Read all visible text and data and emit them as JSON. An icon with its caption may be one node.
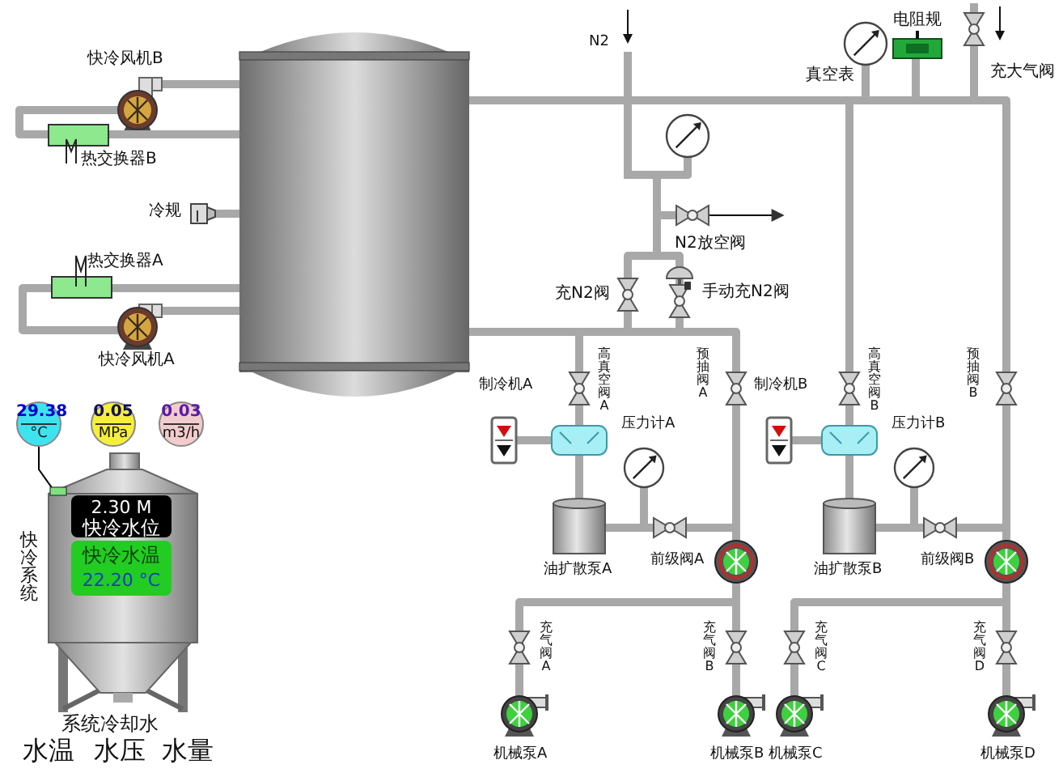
{
  "diagram": {
    "nodes": [
      {
        "text": [],
        "shape": "cylinder"
      },
      {
        "text": [
          "快冷风机B"
        ]
      },
      {
        "text": [
          "热交换器B"
        ]
      },
      {
        "text": [
          "冷规"
        ]
      },
      {
        "text": [
          "热交换器A"
        ]
      },
      {
        "text": [
          "快冷风机A"
        ]
      },
      {
        "text": [
          "真空表"
        ]
      },
      {
        "text": [
          "电阻规"
        ]
      },
      {
        "text": [
          "充大气阀"
        ]
      },
      {
        "text": [],
        "shape": "circle"
      },
      {
        "text": [
          "N2放空阀"
        ]
      },
      {
        "text": [
          "充N2阀"
        ]
      },
      {
        "text": [
          "手动充N2阀"
        ]
      },
      {
        "text": [
          "高真空阀A"
        ]
      },
      {
        "text": [
          "预抽阀A"
        ]
      },
      {
        "text": [
          "制冷机A"
        ]
      },
      {
        "text": [],
        "shape": "box"
      },
      {
        "text": [
          "压力计A"
        ]
      },
      {
        "text": [
          "油扩散泵A"
        ]
      },
      {
        "text": [
          "前级阀A"
        ]
      },
      {
        "text": [],
        "shape": "circle"
      },
      {
        "text": [
          "充气阀A"
        ]
      },
      {
        "text": [
          "充气阀B"
        ]
      },
      {
        "text": [
          "机械泵A"
        ]
      },
      {
        "text": [
          "机械泵B"
        ]
      },
      {
        "text": [
          "高真空阀B"
        ]
      },
      {
        "text": [
          "预抽阀B"
        ]
      },
      {
        "text": [
          "制冷机B"
        ]
      },
      {
        "text": [],
        "shape": "box"
      },
      {
        "text": [
          "压力计B"
        ]
      },
      {
        "text": [
          "油扩散泵B"
        ]
      },
      {
        "text": [
          "前级阀B"
        ]
      },
      {
        "text": [],
        "shape": "circle"
      },
      {
        "text": [
          "充气阀C"
        ]
      },
      {
        "text": [
          "充气阀D"
        ]
      },
      {
        "text": [
          "机械泵C"
        ]
      },
      {
        "text": [
          "机械泵D"
        ]
      },
      {
        "text": [
          "29.38",
          "°C"
        ]
      },
      {
        "text": [
          "0.05",
          "MPa"
        ]
      },
      {
        "text": [
          "0.03",
          "m3/h"
        ]
      },
      {
        "text": [
          "2.30 M",
          "快冷水位",
          "快冷水温",
          "22.20 °C"
        ],
        "beside": [
          "快冷系统"
        ]
      }
    ],
    "edges": [
      {
        "from": 1,
        "to": 0,
        "arrow": "none"
      },
      {
        "from": 1,
        "to": 2,
        "arrow": "none"
      },
      {
        "from": 2,
        "to": 0,
        "arrow": "none"
      },
      {
        "from": 3,
        "to": 0,
        "arrow": "none"
      },
      {
        "from": 4,
        "to": 0,
        "arrow": "none"
      },
      {
        "from": 4,
        "to": 5,
        "arrow": "none"
      },
      {
        "from": 5,
        "to": 0,
        "arrow": "none"
      },
      {
        "from": 0,
        "to": 6,
        "arrow": "none"
      },
      {
        "from": 0,
        "to": 7,
        "arrow": "none"
      },
      {
        "from": 0,
        "to": 8,
        "arrow": "none"
      },
      {
        "from": 0,
        "to": 25,
        "arrow": "none"
      },
      {
        "from": 0,
        "to": 26,
        "arrow": "none"
      },
      {
        "from": 0,
        "to": 13,
        "arrow": "none"
      },
      {
        "from": 0,
        "to": 14,
        "arrow": "none"
      },
      {
        "from": 9,
        "to": 10,
        "arrow": "none"
      },
      {
        "from": 9,
        "to": 11,
        "arrow": "none"
      },
      {
        "from": 9,
        "to": 12,
        "arrow": "none"
      },
      {
        "from": 11,
        "to": 0,
        "arrow": "none"
      },
      {
        "from": 12,
        "to": 0,
        "arrow": "none"
      },
      {
        "from": 13,
        "to": 16,
        "arrow": "none"
      },
      {
        "from": 15,
        "to": 16,
        "arrow": "none"
      },
      {
        "from": 16,
        "to": 18,
        "arrow": "none"
      },
      {
        "from": 17,
        "to": 18,
        "arrow": "none"
      },
      {
        "from": 18,
        "to": 19,
        "arrow": "none"
      },
      {
        "from": 19,
        "to": 20,
        "arrow": "none"
      },
      {
        "from": 14,
        "to": 20,
        "arrow": "none"
      },
      {
        "from": 20,
        "to": 21,
        "arrow": "none"
      },
      {
        "from": 20,
        "to": 22,
        "arrow": "none"
      },
      {
        "from": 21,
        "to": 23,
        "arrow": "none"
      },
      {
        "from": 22,
        "to": 24,
        "arrow": "none"
      },
      {
        "from": 25,
        "to": 28,
        "arrow": "none"
      },
      {
        "from": 27,
        "to": 28,
        "arrow": "none"
      },
      {
        "from": 28,
        "to": 30,
        "arrow": "none"
      },
      {
        "from": 29,
        "to": 30,
        "arrow": "none"
      },
      {
        "from": 30,
        "to": 31,
        "arrow": "none"
      },
      {
        "from": 31,
        "to": 32,
        "arrow": "none"
      },
      {
        "from": 26,
        "to": 32,
        "arrow": "none"
      },
      {
        "from": 32,
        "to": 33,
        "arrow": "none"
      },
      {
        "from": 32,
        "to": 34,
        "arrow": "none"
      },
      {
        "from": 33,
        "to": 35,
        "arrow": "none"
      },
      {
        "from": 34,
        "to": 36,
        "arrow": "none"
      },
      {
        "from": 37,
        "to": 40,
        "arrow": "none",
        "color": "#000000"
      },
      {
        "from": 10,
        "to": null,
        "arrow": "to",
        "color": "#000000"
      }
    ],
    "labels": [
      "N2",
      "系统冷却水",
      "水温",
      "水压",
      "水量"
    ]
  }
}
